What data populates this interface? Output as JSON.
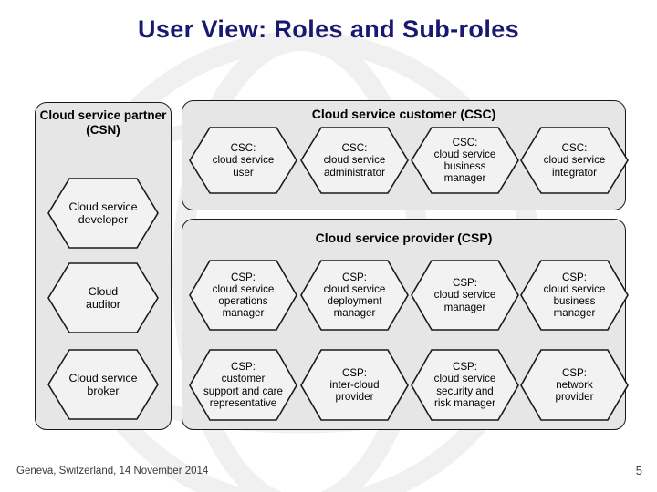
{
  "slide": {
    "title": "User View: Roles and Sub-roles",
    "title_color": "#191970",
    "footer_date": "Geneva, Switzerland, 14 November 2014",
    "page_number": "5"
  },
  "diagram": {
    "panel_fill": "#e6e6e6",
    "panel_border": "#1a1a1a",
    "hex_fill": "#f2f2f2",
    "hex_border": "#1a1a1a",
    "panels": [
      {
        "id": "csn",
        "title": "Cloud service\npartner (CSN)",
        "roles": [
          {
            "label": "Cloud service\ndeveloper"
          },
          {
            "label": "Cloud\nauditor"
          },
          {
            "label": "Cloud service\nbroker"
          }
        ]
      },
      {
        "id": "csc",
        "title": "Cloud service customer (CSC)",
        "roles": [
          {
            "label": "CSC:\ncloud service\nuser"
          },
          {
            "label": "CSC:\ncloud service\nadministrator"
          },
          {
            "label": "CSC:\ncloud service\nbusiness\nmanager"
          },
          {
            "label": "CSC:\ncloud service\nintegrator"
          }
        ]
      },
      {
        "id": "csp",
        "title": "Cloud service provider (CSP)",
        "roles": [
          {
            "label": "CSP:\ncloud service\noperations\nmanager"
          },
          {
            "label": "CSP:\ncloud service\ndeployment\nmanager"
          },
          {
            "label": "CSP:\ncloud service\nmanager"
          },
          {
            "label": "CSP:\ncloud service\nbusiness\nmanager"
          },
          {
            "label": "CSP:\ncustomer\nsupport and care\nrepresentative"
          },
          {
            "label": "CSP:\ninter-cloud\nprovider"
          },
          {
            "label": "CSP:\ncloud service\nsecurity and\nrisk manager"
          },
          {
            "label": "CSP:\nnetwork\nprovider"
          }
        ]
      }
    ]
  }
}
